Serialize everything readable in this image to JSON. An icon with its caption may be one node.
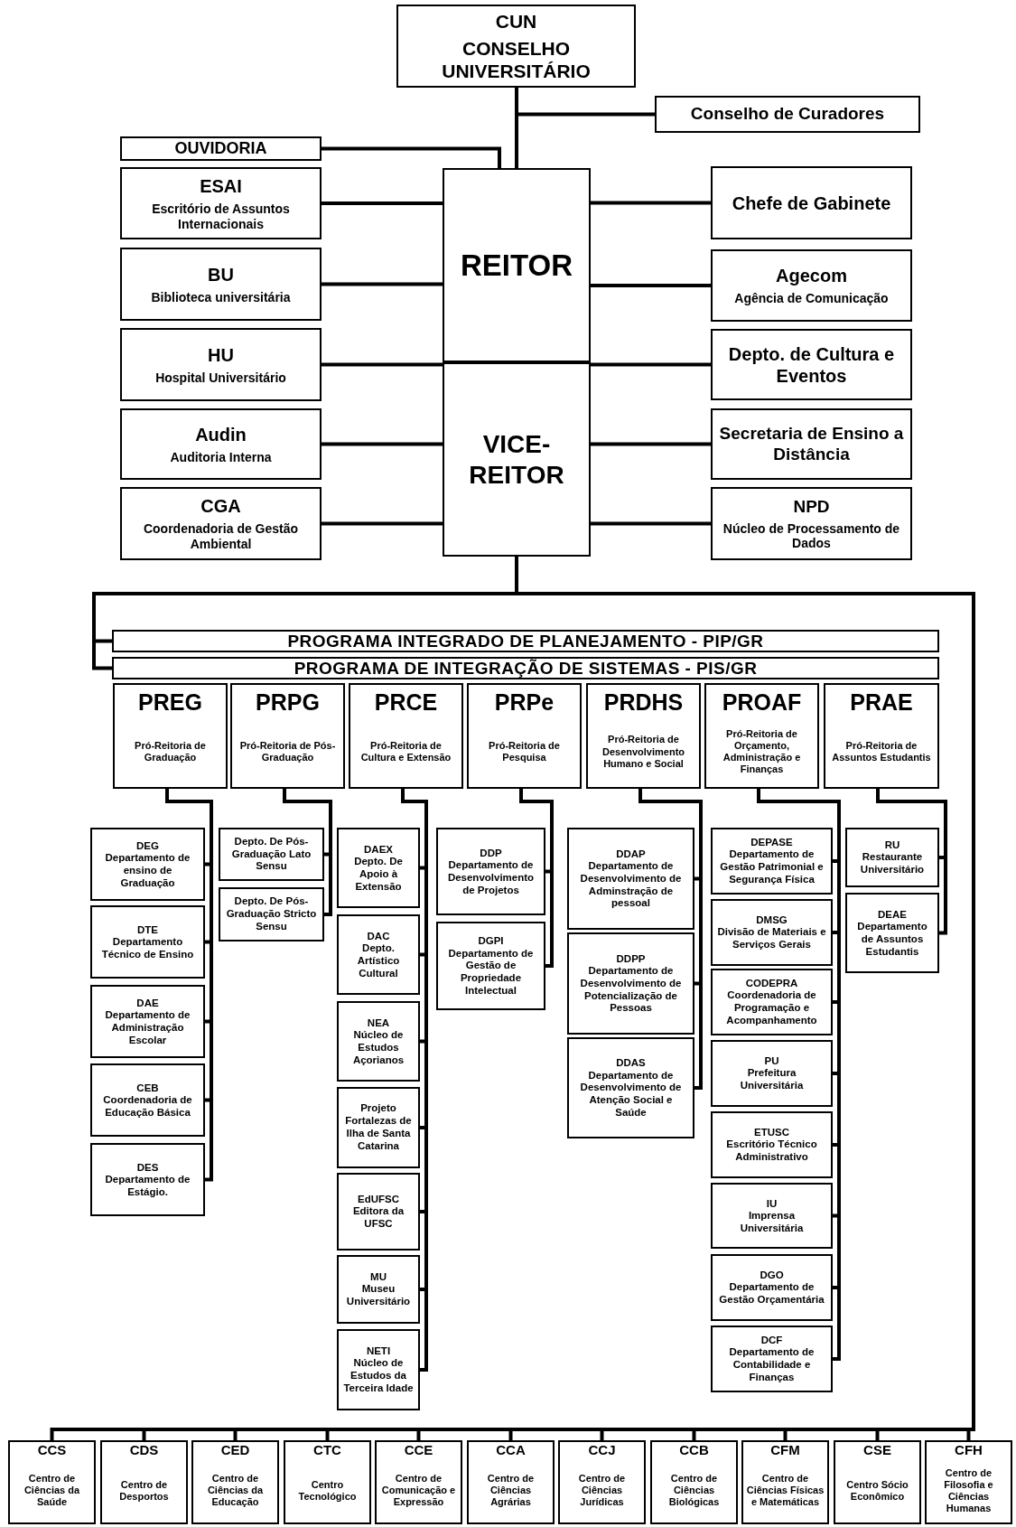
{
  "diagram": {
    "nodes": [
      {
        "text": [
          "CUN",
          "CONSELHO UNIVERSITÁRIO"
        ]
      },
      {
        "text": [
          "Conselho de Curadores"
        ]
      },
      {
        "text": [
          "OUVIDORIA"
        ]
      },
      {
        "text": [
          "ESAI",
          "Escritório de Assuntos Internacionais"
        ]
      },
      {
        "text": [
          "BU",
          "Biblioteca universitária"
        ]
      },
      {
        "text": [
          "HU",
          "Hospital Universitário"
        ]
      },
      {
        "text": [
          "Audin",
          "Auditoria Interna"
        ]
      },
      {
        "text": [
          "CGA",
          "Coordenadoria de Gestão Ambiental"
        ]
      },
      {
        "text": [
          "REITOR"
        ]
      },
      {
        "text": [
          "VICE-REITOR"
        ]
      },
      {
        "text": [
          "Chefe de Gabinete"
        ]
      },
      {
        "text": [
          "Agecom",
          "Agência de Comunicação"
        ]
      },
      {
        "text": [
          "Depto. de Cultura e Eventos"
        ]
      },
      {
        "text": [
          "Secretaria de Ensino a Distância"
        ]
      },
      {
        "text": [
          "NPD",
          "Núcleo de Processamento de Dados"
        ]
      },
      {
        "text": [
          "PROGRAMA INTEGRADO DE PLANEJAMENTO - PIP/GR"
        ]
      },
      {
        "text": [
          "PROGRAMA DE INTEGRAÇÃO DE SISTEMAS - PIS/GR"
        ]
      },
      {
        "text": [
          "PREG",
          "Pró-Reitoria de Graduação"
        ]
      },
      {
        "text": [
          "PRPG",
          "Pró-Reitoria de Pós-Graduação"
        ]
      },
      {
        "text": [
          "PRCE",
          "Pró-Reitoria de Cultura e Extensão"
        ]
      },
      {
        "text": [
          "PRPe",
          "Pró-Reitoria de Pesquisa"
        ]
      },
      {
        "text": [
          "PRDHS",
          "Pró-Reitoria de Desenvolvimento Humano e Social"
        ]
      },
      {
        "text": [
          "PROAF",
          "Pró-Reitoria de Orçamento, Administração e Finanças"
        ]
      },
      {
        "text": [
          "PRAE",
          "Pró-Reitoria de Assuntos Estudantis"
        ]
      },
      {
        "text": [
          "DEG",
          "Departamento de ensino de Graduação"
        ]
      },
      {
        "text": [
          "DTE",
          "Departamento Técnico de Ensino"
        ]
      },
      {
        "text": [
          "DAE",
          "Departamento de Administração Escolar"
        ]
      },
      {
        "text": [
          "CEB",
          "Coordenadoria de Educação Básica"
        ]
      },
      {
        "text": [
          "DES",
          "Departamento de Estágio."
        ]
      },
      {
        "text": [
          "Depto. De Pós-Graduação Lato Sensu"
        ]
      },
      {
        "text": [
          "Depto. De Pós-Graduação Stricto Sensu"
        ]
      },
      {
        "text": [
          "DAEX",
          "Depto. De Apoio à Extensão"
        ]
      },
      {
        "text": [
          "DAC",
          "Depto. Artístico Cultural"
        ]
      },
      {
        "text": [
          "NEA",
          "Núcleo de Estudos Açorianos"
        ]
      },
      {
        "text": [
          "Projeto Fortalezas de Ilha de Santa Catarina"
        ]
      },
      {
        "text": [
          "EdUFSC",
          "Editora da UFSC"
        ]
      },
      {
        "text": [
          "MU",
          "Museu Universitário"
        ]
      },
      {
        "text": [
          "NETI",
          "Núcleo de Estudos da Terceira Idade"
        ]
      },
      {
        "text": [
          "DDP",
          "Departamento de Desenvolvimento de Projetos"
        ]
      },
      {
        "text": [
          "DGPI",
          "Departamento de Gestão de Propriedade Intelectual"
        ]
      },
      {
        "text": [
          "DDAP",
          "Departamento de Desenvolvimento de Adminstração de pessoal"
        ]
      },
      {
        "text": [
          "DDPP",
          "Departamento de Desenvolvimento de Potencialização de Pessoas"
        ]
      },
      {
        "text": [
          "DDAS",
          "Departamento de Desenvolvimento de Atenção Social e Saúde"
        ]
      },
      {
        "text": [
          "DEPASE",
          "Departamento de Gestão Patrimonial e Segurança Física"
        ]
      },
      {
        "text": [
          "DMSG",
          "Divisão de Materiais e Serviços Gerais"
        ]
      },
      {
        "text": [
          "CODEPRA",
          "Coordenadoria de Programação e Acompanhamento"
        ]
      },
      {
        "text": [
          "PU",
          "Prefeitura Universitária"
        ]
      },
      {
        "text": [
          "ETUSC",
          "Escritório Técnico Administrativo"
        ]
      },
      {
        "text": [
          "IU",
          "Imprensa Universitária"
        ]
      },
      {
        "text": [
          "DGO",
          "Departamento de Gestão Orçamentária"
        ]
      },
      {
        "text": [
          "DCF",
          "Departamento de Contabilidade e Finanças"
        ]
      },
      {
        "text": [
          "RU",
          "Restaurante Universitário"
        ]
      },
      {
        "text": [
          "DEAE",
          "Departamento de Assuntos Estudantis"
        ]
      },
      {
        "text": [
          "CCS",
          "Centro de Ciências da Saúde"
        ]
      },
      {
        "text": [
          "CDS",
          "Centro de Desportos"
        ]
      },
      {
        "text": [
          "CED",
          "Centro de Ciências da Educação"
        ]
      },
      {
        "text": [
          "CTC",
          "Centro Tecnológico"
        ]
      },
      {
        "text": [
          "CCE",
          "Centro de Comunicação e Expressão"
        ]
      },
      {
        "text": [
          "CCA",
          "Centro de Ciências Agrárias"
        ]
      },
      {
        "text": [
          "CCJ",
          "Centro de Ciências Jurídicas"
        ]
      },
      {
        "text": [
          "CCB",
          "Centro de Ciências Biológicas"
        ]
      },
      {
        "text": [
          "CFM",
          "Centro de Ciências Físicas e Matemáticas"
        ]
      },
      {
        "text": [
          "CSE",
          "Centro Sócio Econômico"
        ]
      },
      {
        "text": [
          "CFH",
          "Centro de Filosofia e Ciências Humanas"
        ]
      }
    ],
    "edges": [
      {
        "from": 0,
        "to": 8,
        "arrow": "none"
      },
      {
        "from": 0,
        "to": 1,
        "arrow": "none"
      },
      {
        "from": 8,
        "to": 2,
        "arrow": "none"
      },
      {
        "from": 8,
        "to": 3,
        "arrow": "none"
      },
      {
        "from": 8,
        "to": 4,
        "arrow": "none"
      },
      {
        "from": 9,
        "to": 5,
        "arrow": "none"
      },
      {
        "from": 9,
        "to": 6,
        "arrow": "none"
      },
      {
        "from": 9,
        "to": 7,
        "arrow": "none"
      },
      {
        "from": 8,
        "to": 10,
        "arrow": "none"
      },
      {
        "from": 8,
        "to": 11,
        "arrow": "none"
      },
      {
        "from": 9,
        "to": 12,
        "arrow": "none"
      },
      {
        "from": 9,
        "to": 13,
        "arrow": "none"
      },
      {
        "from": 9,
        "to": 14,
        "arrow": "none"
      },
      {
        "from": 9,
        "to": 15,
        "arrow": "none"
      },
      {
        "from": 9,
        "to": 16,
        "arrow": "none"
      },
      {
        "from": 9,
        "to": 53,
        "arrow": "none"
      },
      {
        "from": 9,
        "to": 54,
        "arrow": "none"
      },
      {
        "from": 9,
        "to": 55,
        "arrow": "none"
      },
      {
        "from": 9,
        "to": 56,
        "arrow": "none"
      },
      {
        "from": 9,
        "to": 57,
        "arrow": "none"
      },
      {
        "from": 9,
        "to": 58,
        "arrow": "none"
      },
      {
        "from": 9,
        "to": 59,
        "arrow": "none"
      },
      {
        "from": 9,
        "to": 60,
        "arrow": "none"
      },
      {
        "from": 9,
        "to": 61,
        "arrow": "none"
      },
      {
        "from": 9,
        "to": 62,
        "arrow": "none"
      },
      {
        "from": 9,
        "to": 63,
        "arrow": "none"
      },
      {
        "from": 17,
        "to": 24,
        "arrow": "none"
      },
      {
        "from": 17,
        "to": 25,
        "arrow": "none"
      },
      {
        "from": 17,
        "to": 26,
        "arrow": "none"
      },
      {
        "from": 17,
        "to": 27,
        "arrow": "none"
      },
      {
        "from": 17,
        "to": 28,
        "arrow": "none"
      },
      {
        "from": 18,
        "to": 29,
        "arrow": "none"
      },
      {
        "from": 18,
        "to": 30,
        "arrow": "none"
      },
      {
        "from": 19,
        "to": 31,
        "arrow": "none"
      },
      {
        "from": 19,
        "to": 32,
        "arrow": "none"
      },
      {
        "from": 19,
        "to": 33,
        "arrow": "none"
      },
      {
        "from": 19,
        "to": 34,
        "arrow": "none"
      },
      {
        "from": 19,
        "to": 35,
        "arrow": "none"
      },
      {
        "from": 19,
        "to": 36,
        "arrow": "none"
      },
      {
        "from": 19,
        "to": 37,
        "arrow": "none"
      },
      {
        "from": 20,
        "to": 38,
        "arrow": "none"
      },
      {
        "from": 20,
        "to": 39,
        "arrow": "none"
      },
      {
        "from": 21,
        "to": 40,
        "arrow": "none"
      },
      {
        "from": 21,
        "to": 41,
        "arrow": "none"
      },
      {
        "from": 21,
        "to": 42,
        "arrow": "none"
      },
      {
        "from": 22,
        "to": 43,
        "arrow": "none"
      },
      {
        "from": 22,
        "to": 44,
        "arrow": "none"
      },
      {
        "from": 22,
        "to": 45,
        "arrow": "none"
      },
      {
        "from": 22,
        "to": 46,
        "arrow": "none"
      },
      {
        "from": 22,
        "to": 47,
        "arrow": "none"
      },
      {
        "from": 22,
        "to": 48,
        "arrow": "none"
      },
      {
        "from": 22,
        "to": 49,
        "arrow": "none"
      },
      {
        "from": 22,
        "to": 50,
        "arrow": "none"
      },
      {
        "from": 23,
        "to": 51,
        "arrow": "none"
      },
      {
        "from": 23,
        "to": 52,
        "arrow": "none"
      }
    ]
  }
}
